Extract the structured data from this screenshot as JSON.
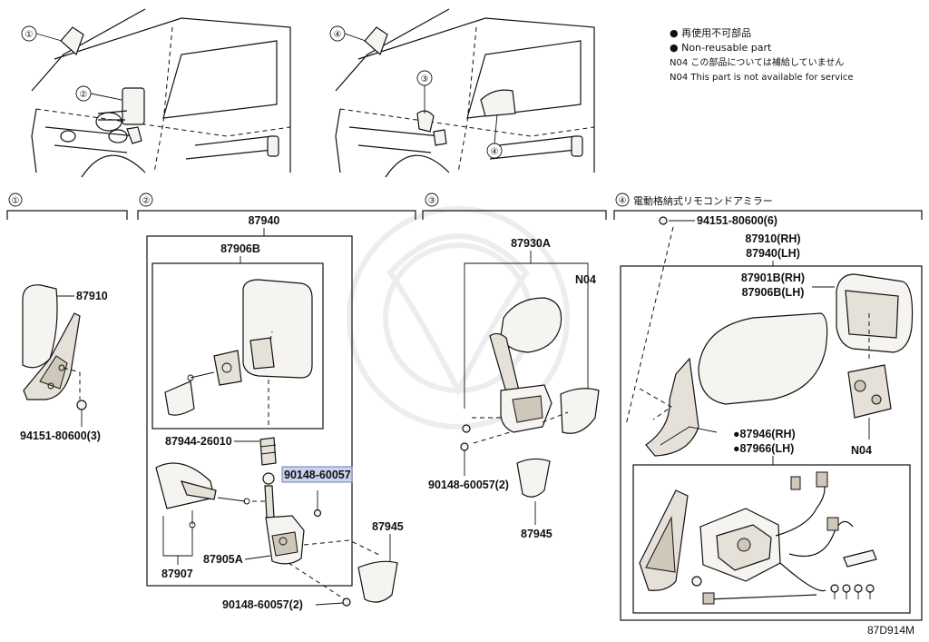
{
  "legend": {
    "line1": "● 再使用不可部品",
    "line2": "● Non-reusable part",
    "line3": "N04 この部品については補給していません",
    "line4": "N04 This part is not available for service"
  },
  "callouts": [
    "①",
    "②",
    "③",
    "④"
  ],
  "sections": {
    "s1": {
      "num": "①"
    },
    "s2": {
      "num": "②"
    },
    "s3": {
      "num": "③"
    },
    "s4": {
      "num": "④",
      "title": "電動格納式リモコンドアミラー"
    }
  },
  "parts": {
    "p87910": "87910",
    "p94151_3": "94151-80600(3)",
    "p87940": "87940",
    "p87906B": "87906B",
    "p87944": "87944-26010",
    "p90148_hl": "90148-60057",
    "p87945_a": "87945",
    "p87907": "87907",
    "p87905A": "87905A",
    "p90148_2a": "90148-60057(2)",
    "p87930A": "87930A",
    "pN04_a": "N04",
    "p90148_2b": "90148-60057(2)",
    "p87945_b": "87945",
    "p94151_6": "94151-80600(6)",
    "p87910rh": "87910(RH)",
    "p87940lh": "87940(LH)",
    "p87901B": "87901B(RH)",
    "p87906Blh": "87906B(LH)",
    "pN04_b": "N04",
    "p87946": "●87946(RH)",
    "p87966": "●87966(LH)"
  },
  "diagram_code": "87D914M",
  "colors": {
    "highlight": "#c9d4ee",
    "line": "#111111"
  }
}
